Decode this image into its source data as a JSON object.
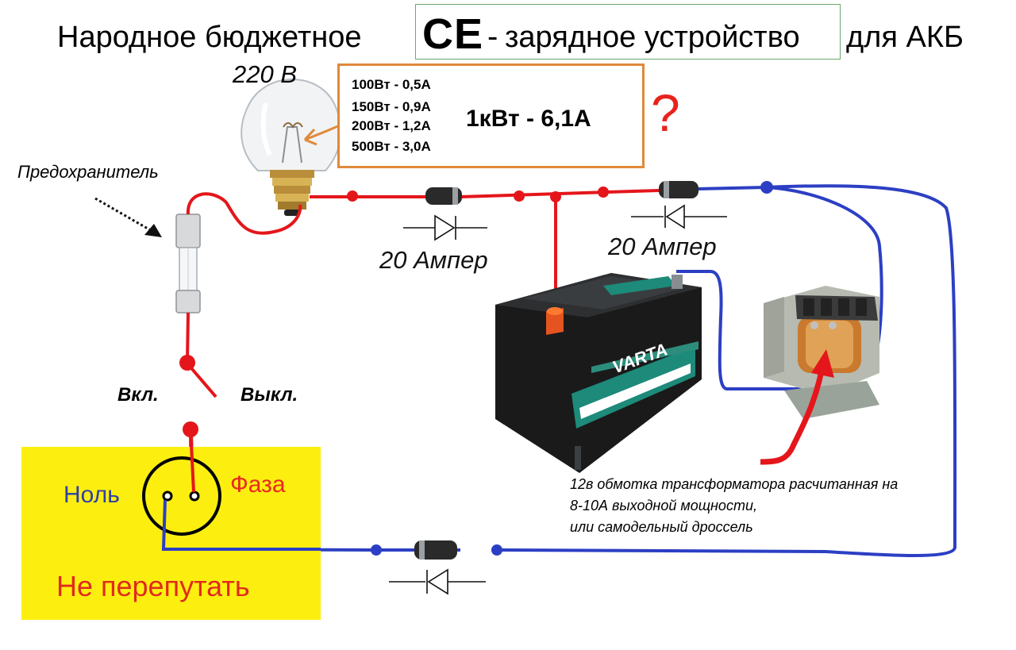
{
  "title": {
    "left": "Народное бюджетное",
    "ce": "CE",
    "dash": "-",
    "middle": "зарядное устройство",
    "right": "для АКБ"
  },
  "lamp": {
    "voltage_label": "220 В"
  },
  "power_table": {
    "rows": [
      "100Вт - 0,5А",
      "150Вт - 0,9А",
      "200Вт - 1,2А",
      "500Вт - 3,0А"
    ],
    "highlight": "1кВт - 6,1А",
    "question": "?"
  },
  "fuse": {
    "label": "Предохранитель"
  },
  "diodes": {
    "upper_left_label": "20 Ампер",
    "upper_right_label": "20 Ампер"
  },
  "switch": {
    "on_label": "Вкл.",
    "off_label": "Выкл."
  },
  "outlet": {
    "neutral_label": "Ноль",
    "phase_label": "Фаза",
    "warning": "Не перепутать"
  },
  "battery": {
    "brand": "VARTA"
  },
  "transformer_note": {
    "lines": [
      "12в обмотка трансформатора расчитанная на",
      "8-10А выходной мощности,",
      "или самодельный дроссель"
    ]
  },
  "colors": {
    "wire_phase": "#e4161b",
    "wire_neutral": "#2c3fc4",
    "box_border": "#e0893a",
    "outlet_panel": "#fcef0f",
    "battery_label": "#1d8a7a"
  }
}
